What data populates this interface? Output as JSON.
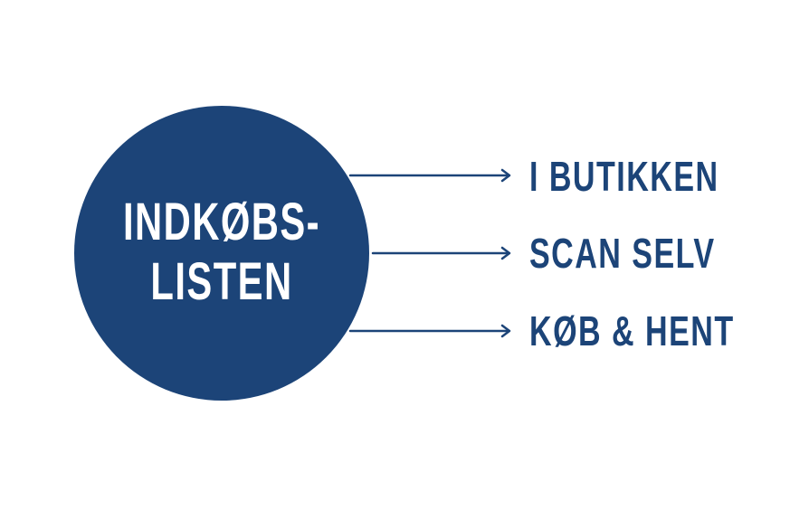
{
  "center": {
    "line1": "INDKØBS-",
    "line2": "LISTEN"
  },
  "branches": [
    {
      "label": "I BUTIKKEN"
    },
    {
      "label": "SCAN SELV"
    },
    {
      "label": "KØB & HENT"
    }
  ],
  "colors": {
    "primary": "#1c4478",
    "text_on_primary": "#ffffff"
  }
}
